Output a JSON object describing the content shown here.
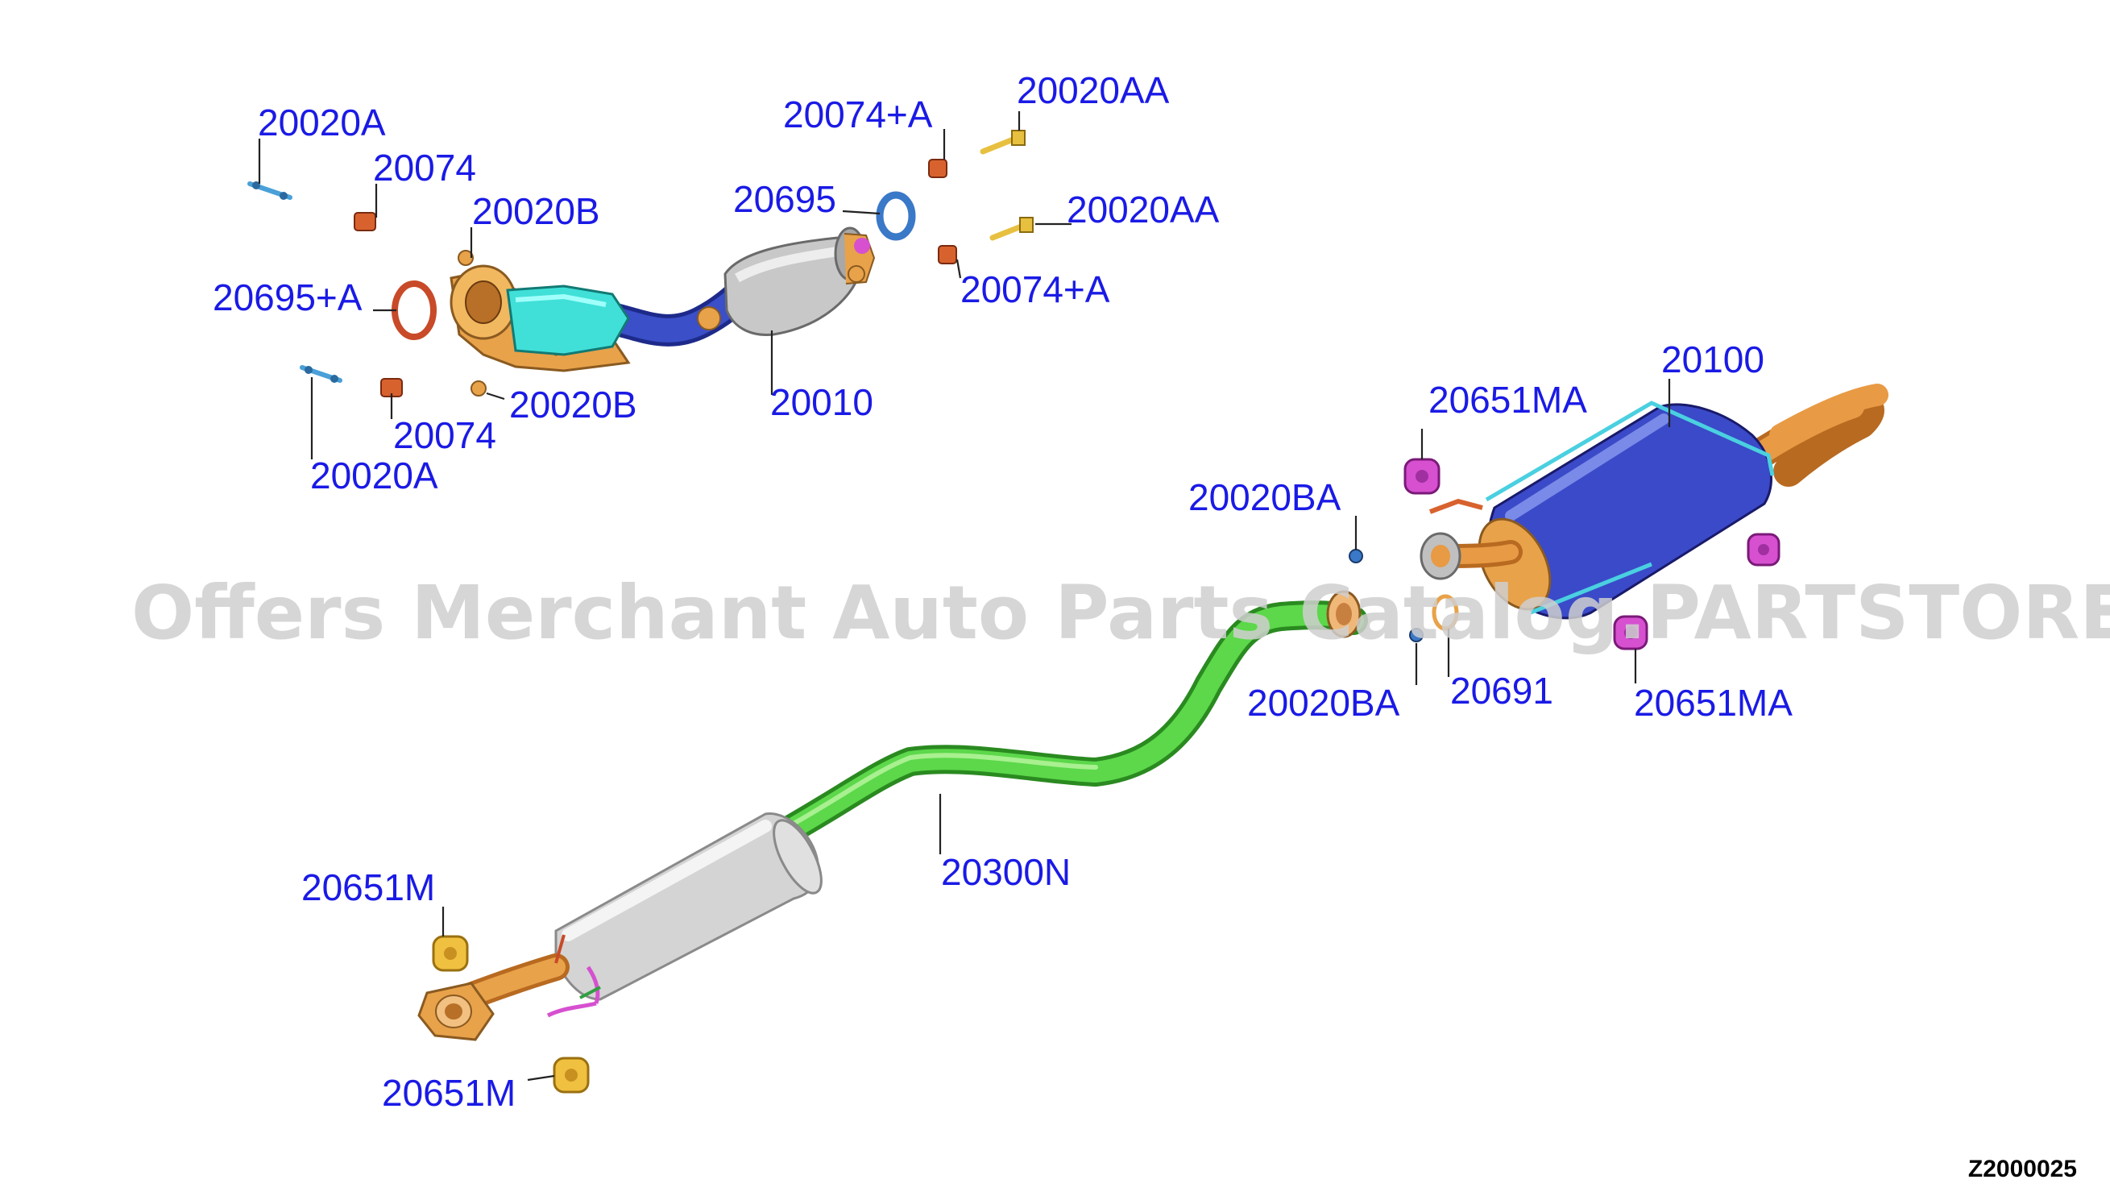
{
  "watermark": "Offers Merchant Auto Parts Catalog.PARTSTORE.SA",
  "diagram_code": "Z2000025",
  "callouts": {
    "c_20020A_top": "20020A",
    "c_20074_top": "20074",
    "c_20020B_top": "20020B",
    "c_20695A": "20695+A",
    "c_20074_bot": "20074",
    "c_20020B_bot": "20020B",
    "c_20020A_bot": "20020A",
    "c_20010": "20010",
    "c_20695": "20695",
    "c_20074A_top": "20074+A",
    "c_20020AA_top": "20020AA",
    "c_20020AA_mid": "20020AA",
    "c_20074A_bot": "20074+A",
    "c_20100": "20100",
    "c_20651MA_top": "20651MA",
    "c_20020BA_top": "20020BA",
    "c_20020BA_bot": "20020BA",
    "c_20691": "20691",
    "c_20651MA_bot": "20651MA",
    "c_20300N": "20300N",
    "c_20651M_top": "20651M",
    "c_20651M_bot": "20651M"
  },
  "colors": {
    "catalyst_body": "#40e0d8",
    "manifold": "#e8a24a",
    "front_pipe": "#3a4fc8",
    "converter_shell": "#c8c8c8",
    "center_pipe": "#5cd84a",
    "rear_muffler": "#3a4ac8",
    "tail_pipe": "#e89a44",
    "rubber_mount_rear": "#d650d0",
    "rubber_mount_front": "#f0c040",
    "gasket_blue": "#3a78c8",
    "gasket_orange": "#d07040",
    "label_text": "#1a1ae6"
  }
}
